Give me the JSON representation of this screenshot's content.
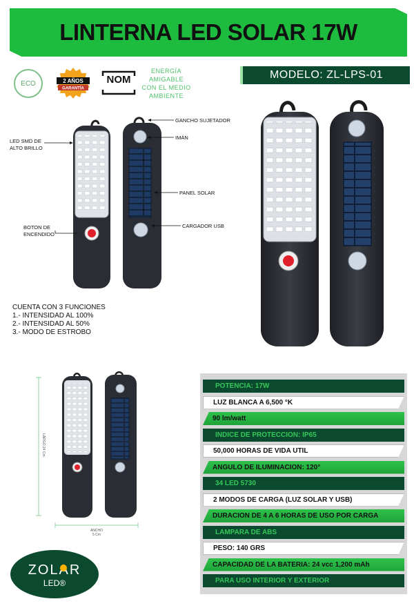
{
  "header": {
    "title": "LINTERNA LED SOLAR 17W"
  },
  "model": {
    "label": "MODELO: ZL-LPS-01"
  },
  "badges": {
    "eco": "ECO",
    "warranty_line1": "2 AÑOS",
    "warranty_line2": "GARANTÍA",
    "nom": "NOM",
    "energy": [
      "ENERGÍA",
      "AMIGABLE",
      "CON EL MEDIO",
      "AMBIENTE"
    ]
  },
  "callouts": {
    "led_smd": [
      "LED SMD DE",
      "ALTO BRILLO"
    ],
    "power_button": [
      "BOTON DE",
      "ENCENDIDO"
    ],
    "hook": "GANCHO SUJETADOR",
    "magnet": "IMÁN",
    "solar_panel": "PANEL SOLAR",
    "usb_charger": "CARGADOR USB"
  },
  "functions": {
    "title": "CUENTA CON 3 FUNCIONES",
    "items": [
      "1.- INTENSIDAD AL 100%",
      "2.- INTENSIDAD AL 50%",
      "3.- MODO DE ESTROBO"
    ]
  },
  "dimensions": {
    "length_label": "LARGO",
    "length_value": "24 Cm",
    "width_label": "ANCHO",
    "width_value": "5 Cm"
  },
  "specs": [
    {
      "text": "POTENCIA: 17W",
      "style": "dark"
    },
    {
      "text": "LUZ BLANCA A 6,500 °K",
      "style": "white"
    },
    {
      "text": "90 lm/watt",
      "style": "green"
    },
    {
      "text": "INDICE DE PROTECCION: IP65",
      "style": "dark"
    },
    {
      "text": "50,000 HORAS DE VIDA UTIL",
      "style": "white"
    },
    {
      "text": "ANGULO DE ILUMINACION: 120°",
      "style": "green"
    },
    {
      "text": "34 LED 5730",
      "style": "dark"
    },
    {
      "text": "2 MODOS DE CARGA (LUZ SOLAR Y USB)",
      "style": "white"
    },
    {
      "text": "DURACION DE 4 A 6 HORAS DE USO POR CARGA",
      "style": "green"
    },
    {
      "text": "LAMPARA DE ABS",
      "style": "dark"
    },
    {
      "text": "PESO: 140 GRS",
      "style": "white"
    },
    {
      "text": "CAPACIDAD DE LA BATERIA: 24 vcc 1,200 mAh",
      "style": "green"
    },
    {
      "text": "PARA USO INTERIOR Y EXTERIOR",
      "style": "dark"
    }
  ],
  "logo": {
    "word": "ZOLAR",
    "sub": "LED®"
  },
  "colors": {
    "brand_green": "#1dbb3e",
    "dark_green": "#0c4a2f",
    "body": "#2a2d33",
    "red_button": "#e0202a"
  }
}
